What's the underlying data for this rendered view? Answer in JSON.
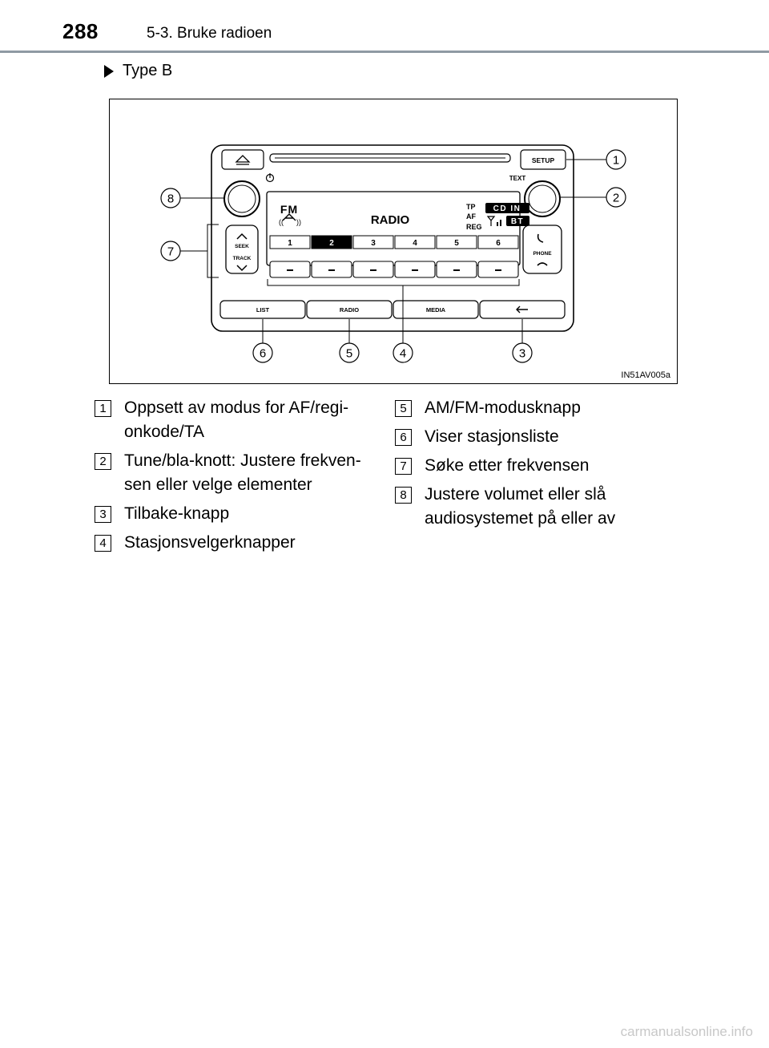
{
  "header": {
    "page_number": "288",
    "section_title": "5-3. Bruke radioen"
  },
  "sub_heading": "Type B",
  "figure": {
    "code": "IN51AV005a",
    "radio": {
      "setup": "SETUP",
      "text": "TEXT",
      "band": "FM",
      "mode": "RADIO",
      "tp": "TP",
      "af": "AF",
      "reg": "REG",
      "cd_in": "CD IN",
      "bt": "BT",
      "seek": "SEEK",
      "track": "TRACK",
      "phone": "PHONE",
      "presets": [
        "1",
        "2",
        "3",
        "4",
        "5",
        "6"
      ],
      "bottom_buttons": [
        "LIST",
        "RADIO",
        "MEDIA"
      ]
    },
    "callouts": [
      "1",
      "2",
      "3",
      "4",
      "5",
      "6",
      "7",
      "8"
    ]
  },
  "legend": [
    {
      "num": "1",
      "text": "Oppsett av modus for AF/regi-onkode/TA"
    },
    {
      "num": "2",
      "text": "Tune/bla-knott: Justere frekven-sen eller velge elementer"
    },
    {
      "num": "3",
      "text": "Tilbake-knapp"
    },
    {
      "num": "4",
      "text": "Stasjonsvelgerknapper"
    },
    {
      "num": "5",
      "text": "AM/FM-modusknapp"
    },
    {
      "num": "6",
      "text": "Viser stasjonsliste"
    },
    {
      "num": "7",
      "text": "Søke etter frekvensen"
    },
    {
      "num": "8",
      "text": "Justere volumet eller slå audiosystemet på eller av"
    }
  ],
  "watermark": "carmanualsonline.info"
}
